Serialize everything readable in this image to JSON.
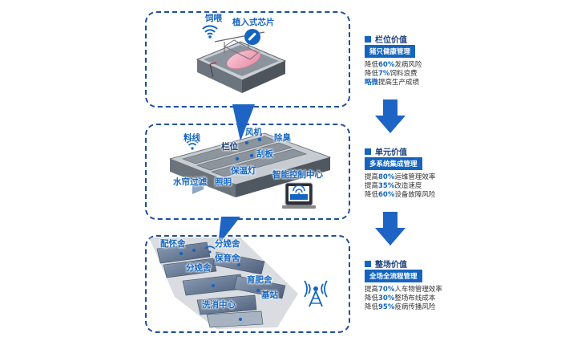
{
  "top_panel": {
    "label_feeding": "饲喂",
    "label_chip": "植入式芯片"
  },
  "mid_panel": {
    "label_feed_line": "料线",
    "label_fan": "风机",
    "label_deodor": "除臭",
    "label_stall": "栏位",
    "label_scraper": "刮板",
    "label_heat_lamp": "保温灯",
    "label_water_curtain": "水帘过滤",
    "label_lighting": "照明",
    "label_control_center": "智能控制中心"
  },
  "bot_panel": {
    "label_breeding": "配怀舍",
    "label_farrowing_1": "分娩舍",
    "label_nursery": "保育舍",
    "label_farrowing_2": "分娩舍",
    "label_fattening": "育肥舍",
    "label_wash": "洗消中心",
    "label_base_station": "基站"
  },
  "sections": [
    {
      "title": "栏位价值",
      "tag": "猪只健康管理",
      "lines": [
        {
          "pre": "降低",
          "hl": "60%",
          "post": "发病风险"
        },
        {
          "pre": "降低",
          "hl": "7%",
          "post": "饲料浪费"
        },
        {
          "pre": "",
          "hl": "略微",
          "post": "提高生产成绩"
        }
      ]
    },
    {
      "title": "单元价值",
      "tag": "多系统集成管理",
      "lines": [
        {
          "pre": "提高",
          "hl": "80%",
          "post": "运维管理效率"
        },
        {
          "pre": "提高",
          "hl": "35%",
          "post": "改造速度"
        },
        {
          "pre": "降低",
          "hl": "60%",
          "post": "设备故障风险"
        }
      ]
    },
    {
      "title": "整场价值",
      "tag": "全场全流程管理",
      "lines": [
        {
          "pre": "提高",
          "hl": "70%",
          "post": "人车物管理效率"
        },
        {
          "pre": "降低",
          "hl": "30%",
          "post": "整场布线成本"
        },
        {
          "pre": "降低",
          "hl": "95%",
          "post": "疫病传播风险"
        }
      ]
    }
  ],
  "colors": {
    "primary": "#1565c0",
    "dark_blue": "#1a3f7a",
    "arrow": "#1d64c4",
    "dash_border": "#1f4e9c"
  }
}
